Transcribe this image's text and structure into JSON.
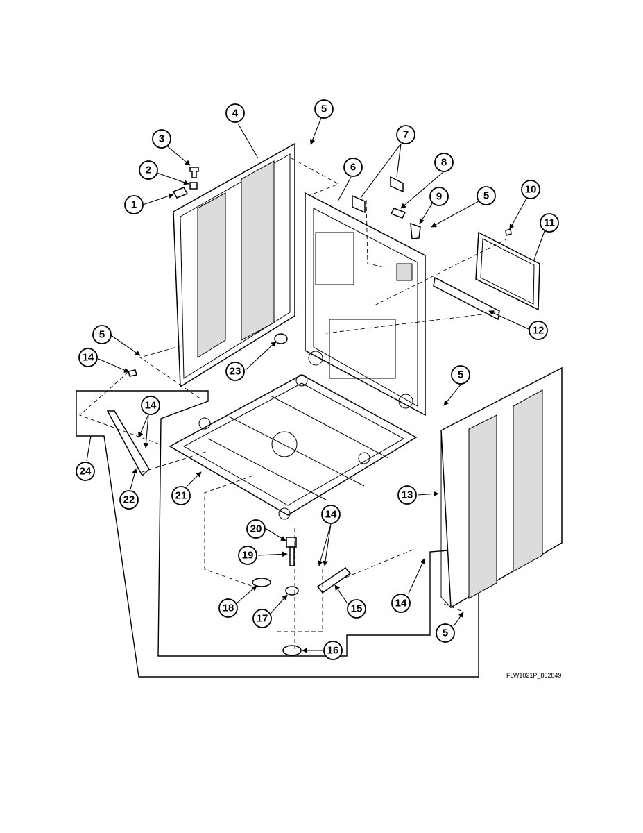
{
  "figure_code": "FLW1021P_802849",
  "callouts": [
    "1",
    "2",
    "3",
    "4",
    "5",
    "6",
    "7",
    "8",
    "9",
    "10",
    "11",
    "12",
    "13",
    "14",
    "15",
    "16",
    "17",
    "18",
    "19",
    "20",
    "21",
    "22",
    "23",
    "24"
  ],
  "colors": {
    "line": "#000000",
    "background": "#ffffff",
    "panel_recess": "#dcdcdc"
  }
}
